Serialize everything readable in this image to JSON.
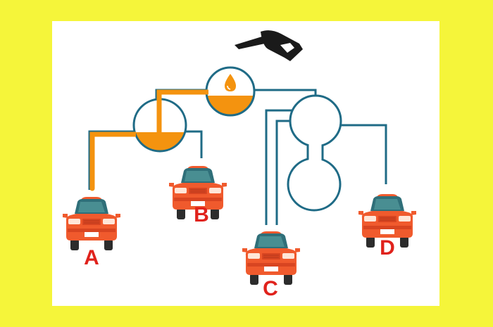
{
  "colors": {
    "background": "#f5f53a",
    "panel": "#ffffff",
    "pipe": "#1f6b86",
    "fuel": "#f4930f",
    "car_body": "#f05a2d",
    "car_label": "#e0221c",
    "nozzle": "#1a1a1a"
  },
  "icons": {
    "nozzle": "fuel-nozzle-icon",
    "drop": "fuel-drop-icon"
  },
  "cars": [
    {
      "id": "A",
      "label": "A",
      "receives_fuel": true
    },
    {
      "id": "B",
      "label": "B",
      "receives_fuel": false
    },
    {
      "id": "C",
      "label": "C",
      "receives_fuel": false
    },
    {
      "id": "D",
      "label": "D",
      "receives_fuel": false
    }
  ]
}
